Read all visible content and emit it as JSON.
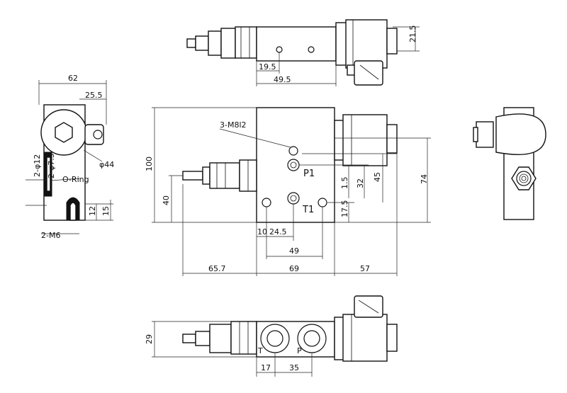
{
  "dimensions": {
    "top_21_5": "21.5",
    "top_19_5": "19.5",
    "top_49_5": "49.5",
    "left_62": "62",
    "left_25_5": "25.5",
    "left_phi44": "φ44",
    "left_phi12": "2-φ12",
    "left_phi7_5": "2-φ7.5",
    "left_oring": "O-Ring",
    "left_12": "12",
    "left_15": "15",
    "left_m6": "2-M6",
    "front_thread": "3-M8l2",
    "front_100": "100",
    "front_40": "40",
    "front_74": "74",
    "front_45": "45",
    "front_32": "32",
    "front_1_5": "1.5",
    "front_17_5": "17.5",
    "front_10": "10",
    "front_24_5": "24.5",
    "front_49": "49",
    "front_65_7": "65.7",
    "front_69": "69",
    "front_57": "57",
    "bottom_29": "29",
    "bottom_17": "17",
    "bottom_35": "35"
  },
  "ports": {
    "p1": "P1",
    "t1": "T1",
    "t": "T",
    "p": "P"
  }
}
